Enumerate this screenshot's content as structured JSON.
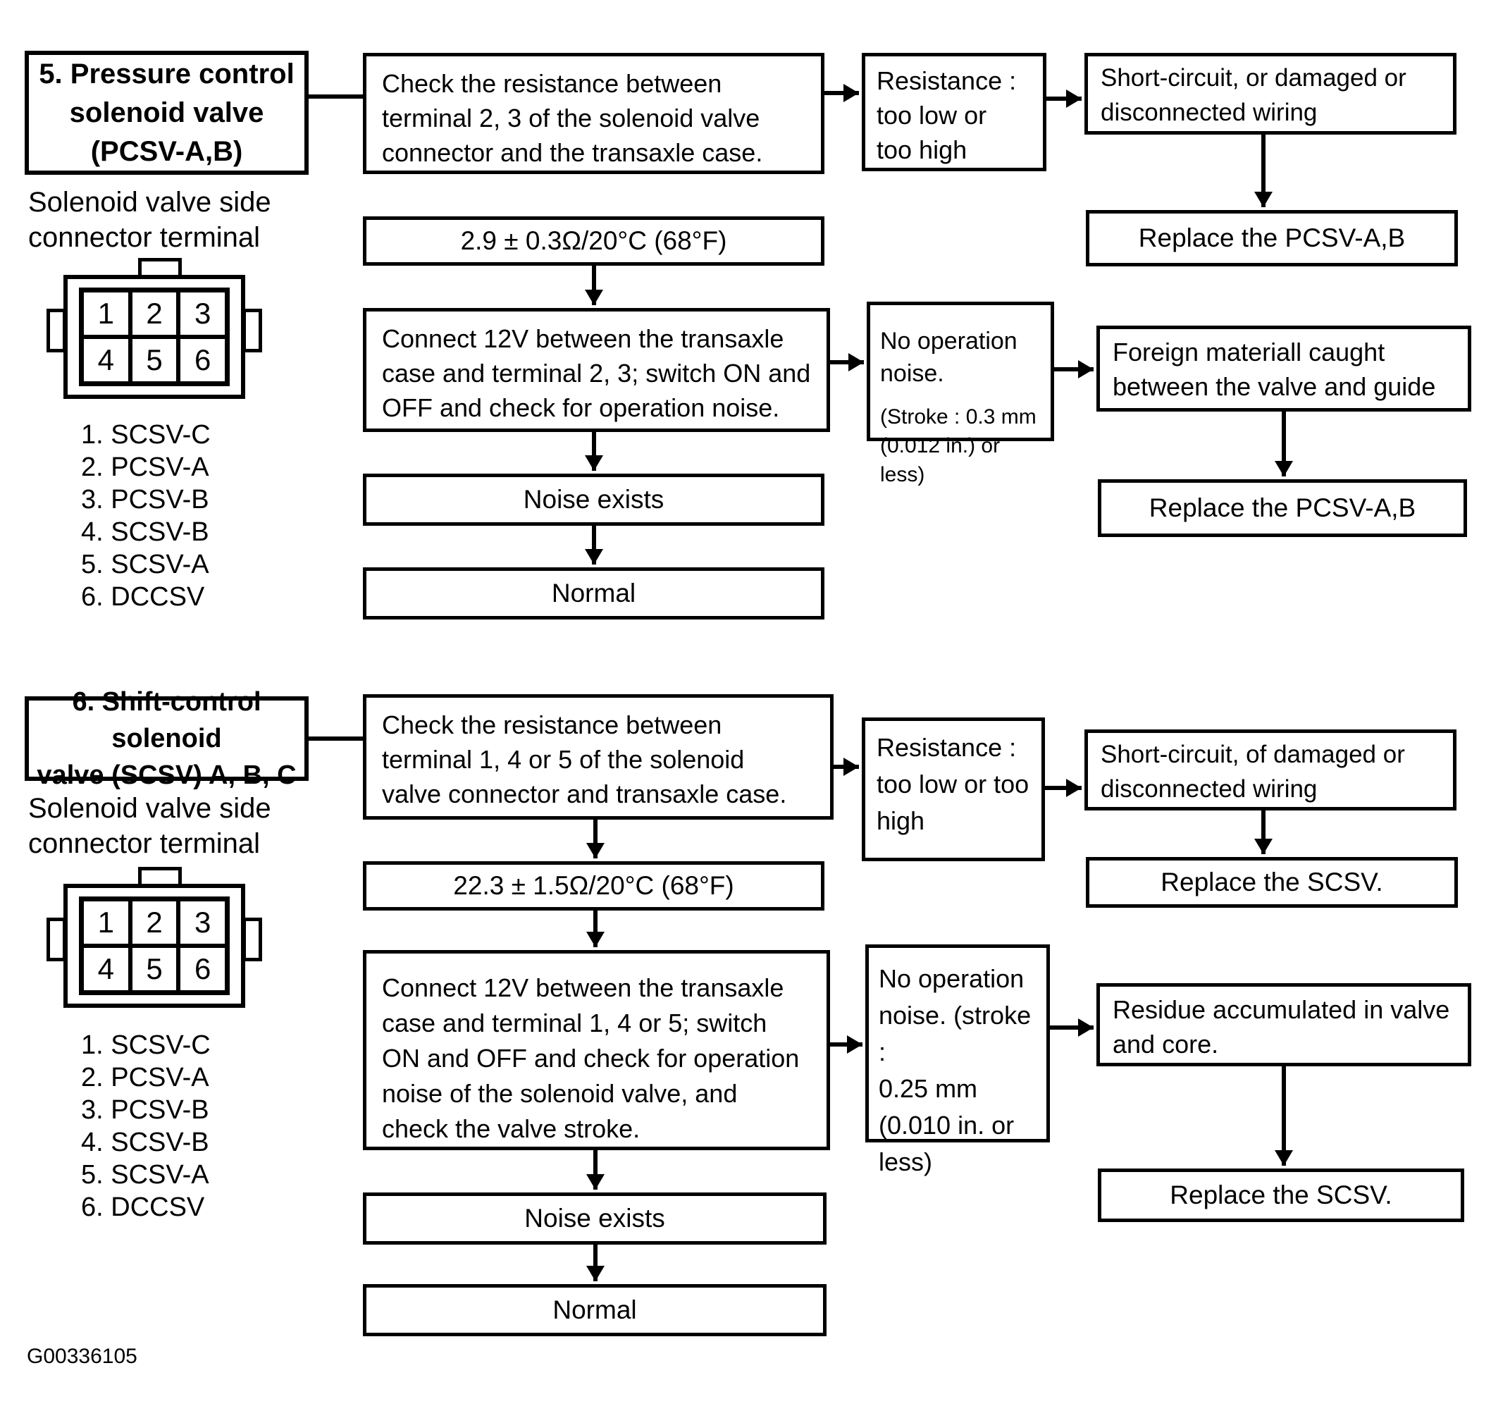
{
  "s1": {
    "title": "5. Pressure control\nsolenoid valve\n(PCSV-A,B)",
    "connector_caption": "Solenoid valve side\nconnector terminal",
    "pins": [
      "1",
      "2",
      "3",
      "4",
      "5",
      "6"
    ],
    "pin_labels": [
      "1. SCSV-C",
      "2. PCSV-A",
      "3. PCSV-B",
      "4. SCSV-B",
      "5. SCSV-A",
      "6. DCCSV"
    ],
    "check": "Check the resistance between\nterminal 2, 3 of the solenoid valve\nconnector and the transaxle case.",
    "resistance": "Resistance :\ntoo low or\ntoo high",
    "short_circuit": "Short-circuit, or damaged or\ndisconnected wiring",
    "replace_top": "Replace the PCSV-A,B",
    "spec": "2.9 ± 0.3Ω/20°C (68°F)",
    "connect": "Connect 12V between the transaxle\ncase and terminal 2, 3; switch ON and\nOFF and check for operation noise.",
    "no_noise_main": "No operation\nnoise.",
    "no_noise_sub": "(Stroke : 0.3 mm\n(0.012 in.) or less)",
    "foreign": "Foreign materiall caught\nbetween the valve and guide",
    "replace_bottom": "Replace the PCSV-A,B",
    "noise_exists": "Noise exists",
    "normal": "Normal"
  },
  "s2": {
    "title": "6. Shift-control solenoid\nvalve (SCSV) A, B, C",
    "connector_caption": "Solenoid valve side\nconnector terminal",
    "pins": [
      "1",
      "2",
      "3",
      "4",
      "5",
      "6"
    ],
    "pin_labels": [
      "1. SCSV-C",
      "2. PCSV-A",
      "3. PCSV-B",
      "4. SCSV-B",
      "5. SCSV-A",
      "6. DCCSV"
    ],
    "check": "Check the resistance between\nterminal 1, 4 or 5 of the solenoid\nvalve connector and transaxle case.",
    "resistance": "Resistance :\ntoo low or too\nhigh",
    "short_circuit": "Short-circuit, of damaged or\ndisconnected wiring",
    "replace_top": "Replace the SCSV.",
    "spec": "22.3 ± 1.5Ω/20°C (68°F)",
    "connect": "Connect 12V between the transaxle\ncase and terminal 1, 4 or 5; switch\nON and OFF and check for operation\nnoise of the solenoid valve, and\ncheck the valve stroke.",
    "no_noise": "No operation\nnoise. (stroke :\n0.25 mm\n(0.010 in. or\nless)",
    "residue": "Residue accumulated in valve\nand core.",
    "replace_bottom": "Replace the SCSV.",
    "noise_exists": "Noise exists",
    "normal": "Normal"
  },
  "footer": {
    "figure_code": "G00336105"
  }
}
